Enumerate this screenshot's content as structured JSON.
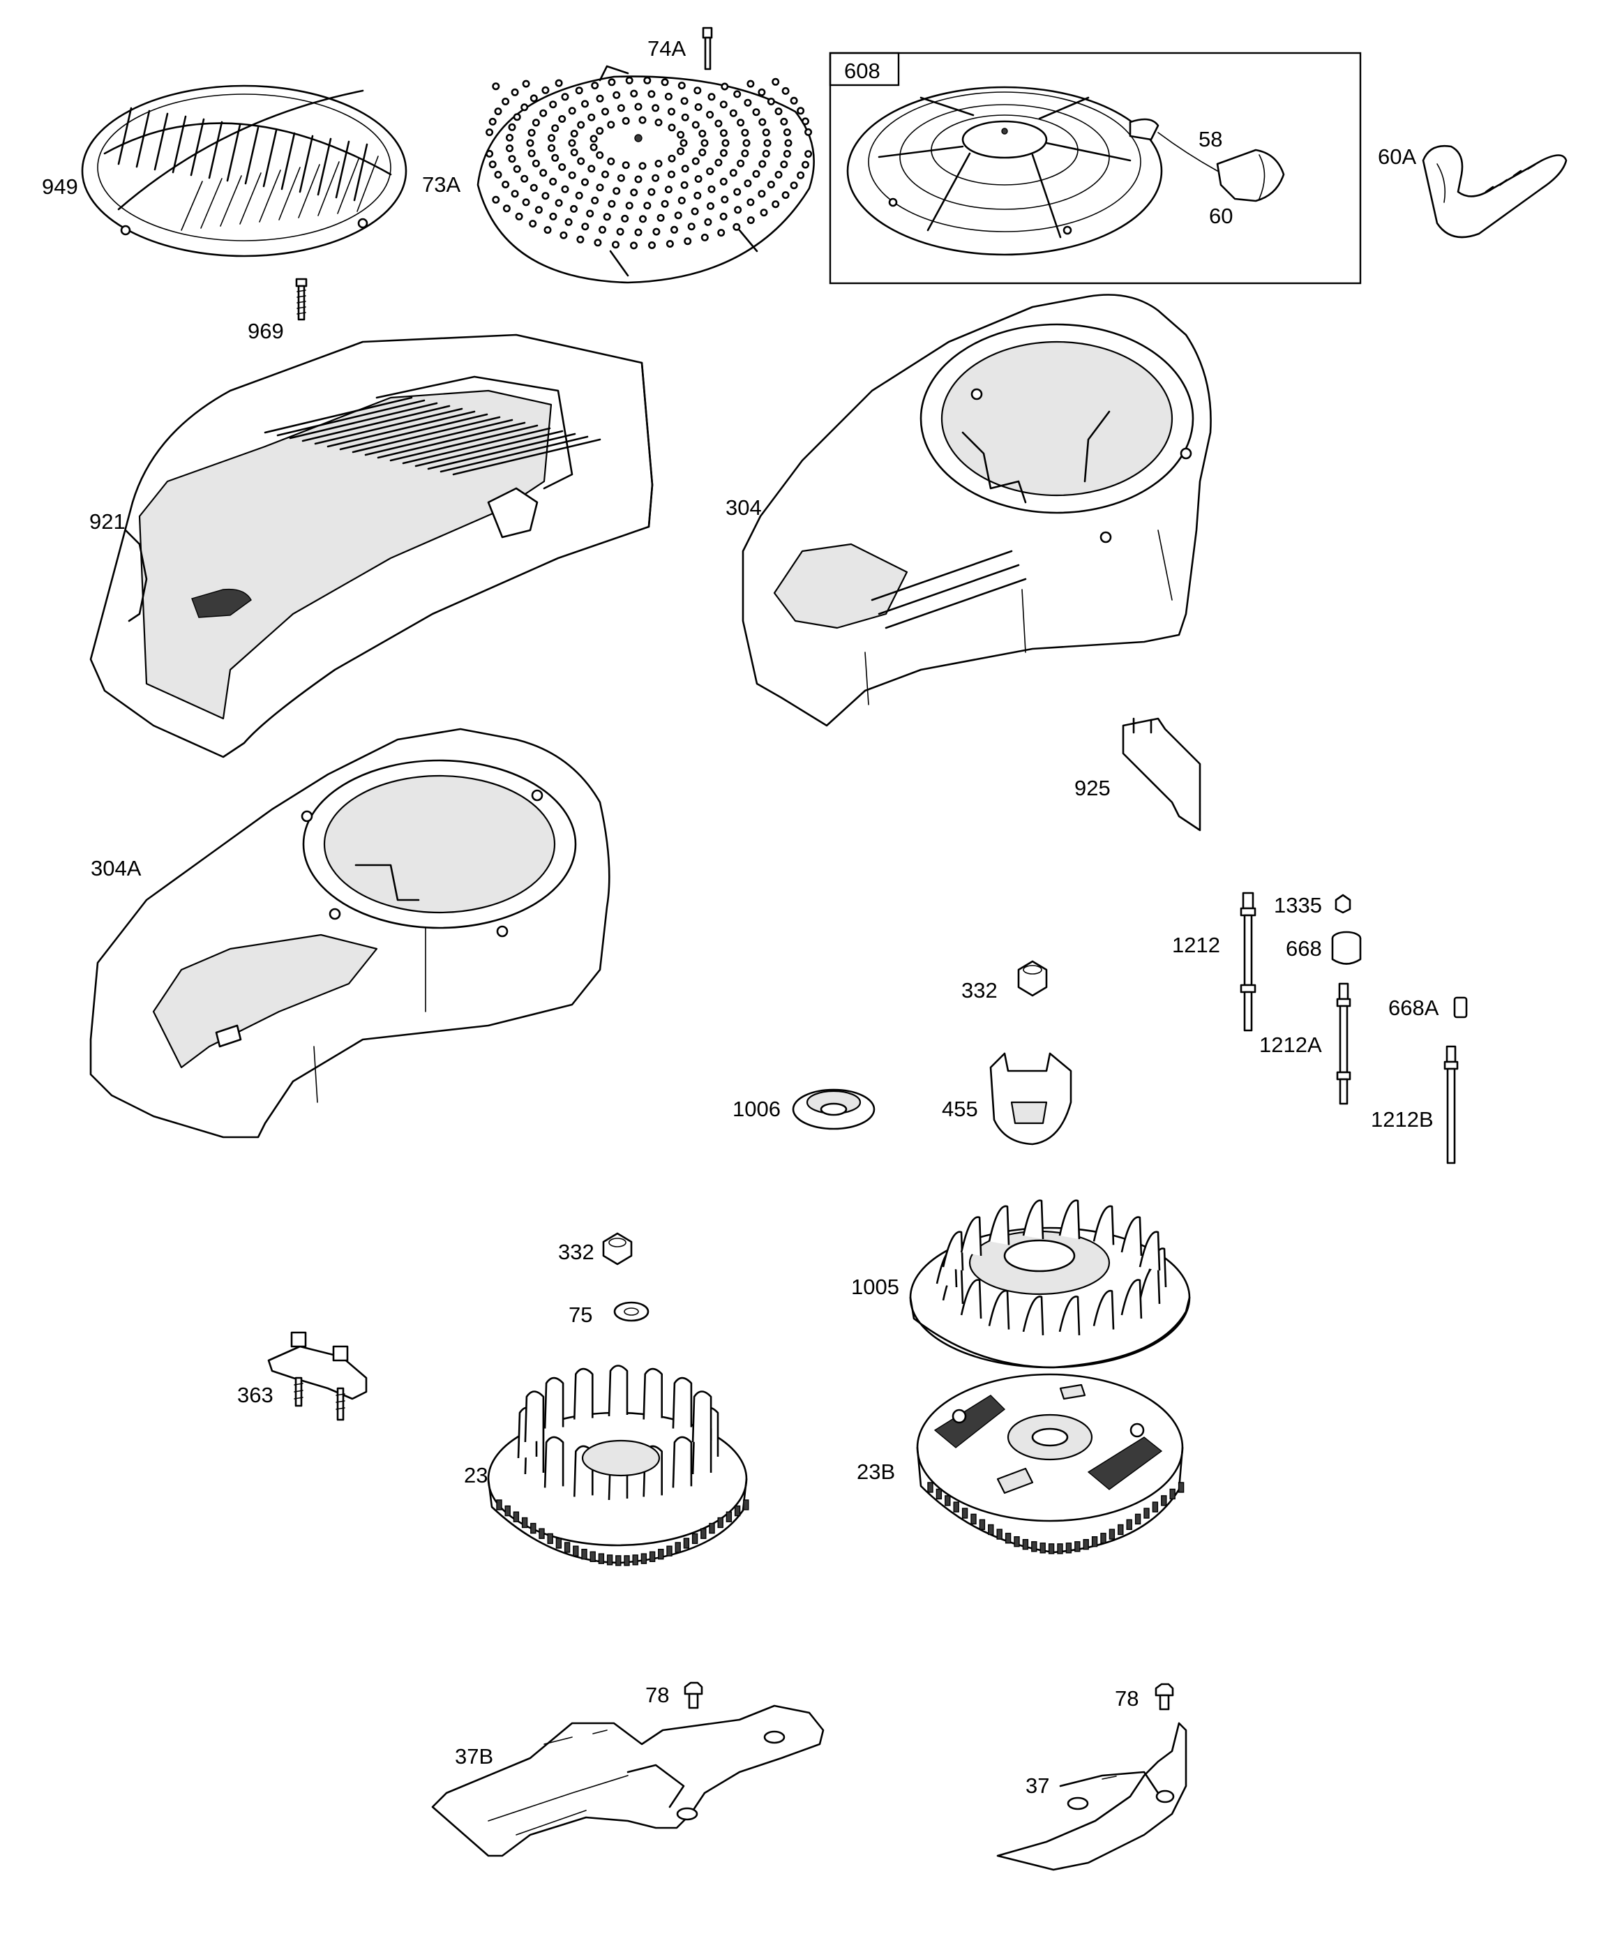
{
  "labels": {
    "p949": "949",
    "p73A": "73A",
    "p74A": "74A",
    "p608": "608",
    "p58": "58",
    "p60": "60",
    "p60A": "60A",
    "p969": "969",
    "p921": "921",
    "p304": "304",
    "p925": "925",
    "p304A": "304A",
    "p1335": "1335",
    "p668": "668",
    "p1212": "1212",
    "p668A": "668A",
    "p1212A": "1212A",
    "p1212B": "1212B",
    "p332a": "332",
    "p1006": "1006",
    "p455": "455",
    "p1005": "1005",
    "p332b": "332",
    "p75": "75",
    "p363": "363",
    "p23": "23",
    "p23B": "23B",
    "p78a": "78",
    "p37B": "37B",
    "p78b": "78",
    "p37": "37"
  },
  "colors": {
    "line": "#000000",
    "background": "#ffffff",
    "fill_light": "#e6e6e6"
  }
}
